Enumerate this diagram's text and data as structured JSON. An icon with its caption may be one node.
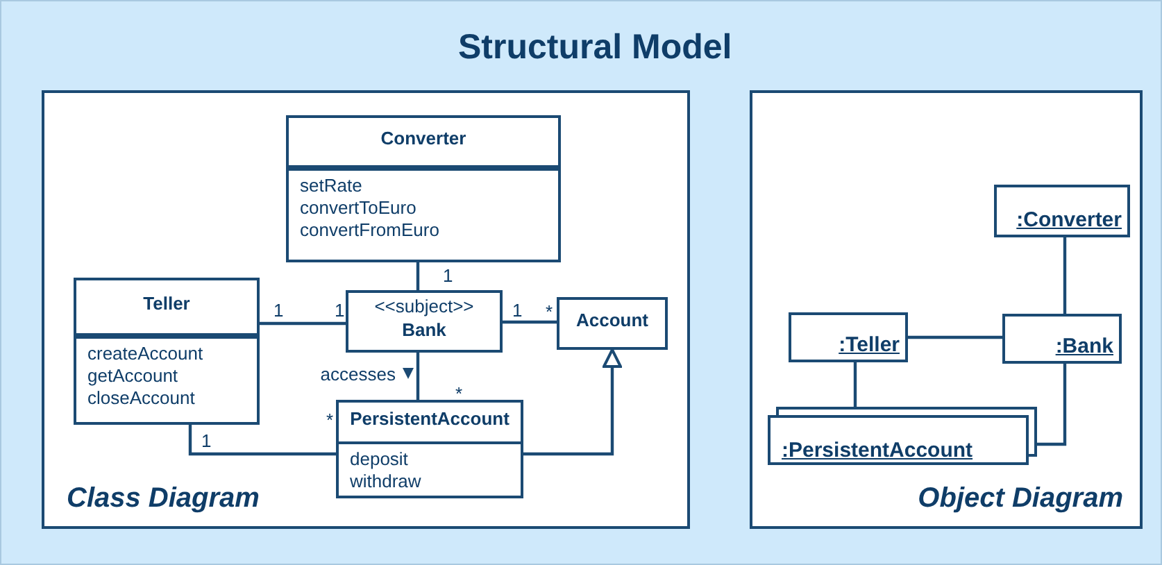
{
  "diagram": {
    "title": "Structural Model",
    "nodes": [
      {
        "text": [
          "Class Diagram"
        ]
      },
      {
        "text": [
          "Converter",
          "setRate",
          "convertToEuro",
          "convertFromEuro"
        ],
        "in": 0
      },
      {
        "text": [
          "Teller",
          "createAccount",
          "getAccount",
          "closeAccount"
        ],
        "in": 0
      },
      {
        "text": [
          "<<subject>>",
          "Bank"
        ],
        "in": 0
      },
      {
        "text": [
          "Account"
        ],
        "in": 0
      },
      {
        "text": [
          "PersistentAccount",
          "deposit",
          "withdraw"
        ],
        "in": 0
      },
      {
        "text": [
          "Object Diagram"
        ]
      },
      {
        "text": [
          ":Converter"
        ],
        "in": 6
      },
      {
        "text": [
          ":Teller"
        ],
        "in": 6
      },
      {
        "text": [
          ":Bank"
        ],
        "in": 6
      },
      {
        "text": [
          ":PersistentAccount"
        ],
        "in": 6
      }
    ],
    "edges": [
      {
        "from": 3,
        "to": 1,
        "arrow": "none"
      },
      {
        "from": 2,
        "to": 3,
        "arrow": "none"
      },
      {
        "from": 3,
        "to": 4,
        "arrow": "none"
      },
      {
        "from": 3,
        "to": 5,
        "arrow": "none",
        "label": "accesses"
      },
      {
        "from": 2,
        "to": 5,
        "arrow": "none"
      },
      {
        "from": 5,
        "to": 4,
        "arrow": "to"
      },
      {
        "from": 9,
        "to": 7,
        "arrow": "none"
      },
      {
        "from": 8,
        "to": 9,
        "arrow": "none"
      },
      {
        "from": 8,
        "to": 10,
        "arrow": "none"
      },
      {
        "from": 9,
        "to": 10,
        "arrow": "none"
      }
    ],
    "labels": [
      "1",
      "1",
      "1",
      "1",
      "*",
      "*",
      "*",
      "1"
    ]
  }
}
